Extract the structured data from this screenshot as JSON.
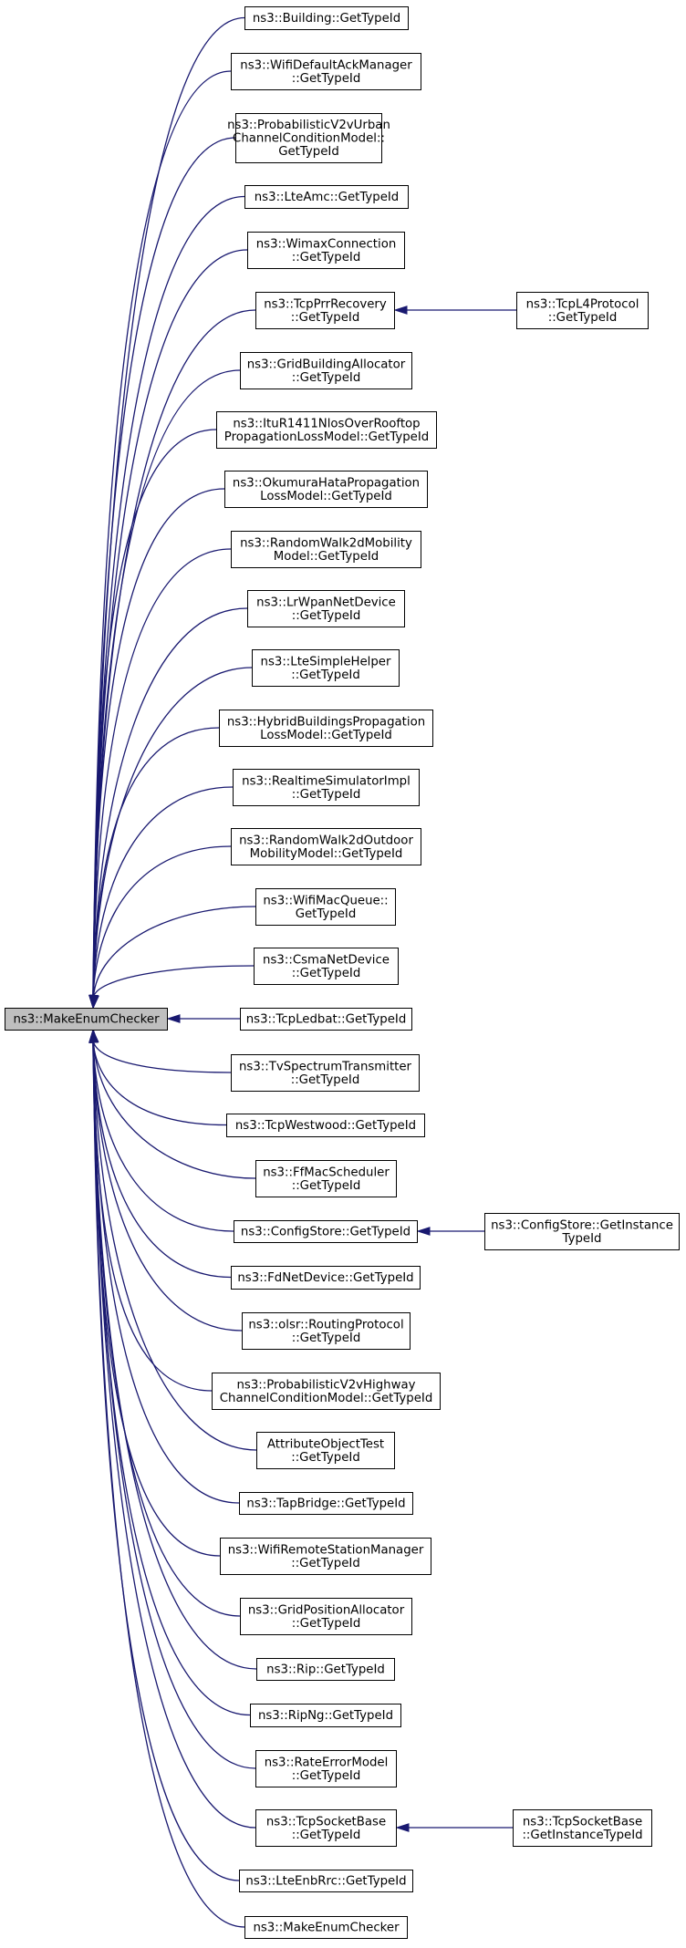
{
  "diagram": {
    "root": {
      "id": "root",
      "lines": [
        "ns3::MakeEnumChecker"
      ]
    },
    "callers": [
      {
        "id": "n1",
        "lines": [
          "ns3::Building::GetTypeId"
        ]
      },
      {
        "id": "n2",
        "lines": [
          "ns3::WifiDefaultAckManager",
          "::GetTypeId"
        ]
      },
      {
        "id": "n3",
        "lines": [
          "ns3::ProbabilisticV2vUrban",
          "ChannelConditionModel::",
          "GetTypeId"
        ]
      },
      {
        "id": "n4",
        "lines": [
          "ns3::LteAmc::GetTypeId"
        ]
      },
      {
        "id": "n5",
        "lines": [
          "ns3::WimaxConnection",
          "::GetTypeId"
        ]
      },
      {
        "id": "n6",
        "lines": [
          "ns3::TcpPrrRecovery",
          "::GetTypeId"
        ]
      },
      {
        "id": "n7",
        "lines": [
          "ns3::GridBuildingAllocator",
          "::GetTypeId"
        ]
      },
      {
        "id": "n8",
        "lines": [
          "ns3::ItuR1411NlosOverRooftop",
          "PropagationLossModel::GetTypeId"
        ]
      },
      {
        "id": "n9",
        "lines": [
          "ns3::OkumuraHataPropagation",
          "LossModel::GetTypeId"
        ]
      },
      {
        "id": "n10",
        "lines": [
          "ns3::RandomWalk2dMobility",
          "Model::GetTypeId"
        ]
      },
      {
        "id": "n11",
        "lines": [
          "ns3::LrWpanNetDevice",
          "::GetTypeId"
        ]
      },
      {
        "id": "n12",
        "lines": [
          "ns3::LteSimpleHelper",
          "::GetTypeId"
        ]
      },
      {
        "id": "n13",
        "lines": [
          "ns3::HybridBuildingsPropagation",
          "LossModel::GetTypeId"
        ]
      },
      {
        "id": "n14",
        "lines": [
          "ns3::RealtimeSimulatorImpl",
          "::GetTypeId"
        ]
      },
      {
        "id": "n15",
        "lines": [
          "ns3::RandomWalk2dOutdoor",
          "MobilityModel::GetTypeId"
        ]
      },
      {
        "id": "n16",
        "lines": [
          "ns3::WifiMacQueue::",
          "GetTypeId"
        ]
      },
      {
        "id": "n17",
        "lines": [
          "ns3::CsmaNetDevice",
          "::GetTypeId"
        ]
      },
      {
        "id": "n18",
        "lines": [
          "ns3::TcpLedbat::GetTypeId"
        ]
      },
      {
        "id": "n19",
        "lines": [
          "ns3::TvSpectrumTransmitter",
          "::GetTypeId"
        ]
      },
      {
        "id": "n20",
        "lines": [
          "ns3::TcpWestwood::GetTypeId"
        ]
      },
      {
        "id": "n21",
        "lines": [
          "ns3::FfMacScheduler",
          "::GetTypeId"
        ]
      },
      {
        "id": "n22",
        "lines": [
          "ns3::ConfigStore::GetTypeId"
        ]
      },
      {
        "id": "n23",
        "lines": [
          "ns3::FdNetDevice::GetTypeId"
        ]
      },
      {
        "id": "n24",
        "lines": [
          "ns3::olsr::RoutingProtocol",
          "::GetTypeId"
        ]
      },
      {
        "id": "n25",
        "lines": [
          "ns3::ProbabilisticV2vHighway",
          "ChannelConditionModel::GetTypeId"
        ]
      },
      {
        "id": "n26",
        "lines": [
          "AttributeObjectTest",
          "::GetTypeId"
        ]
      },
      {
        "id": "n27",
        "lines": [
          "ns3::TapBridge::GetTypeId"
        ]
      },
      {
        "id": "n28",
        "lines": [
          "ns3::WifiRemoteStationManager",
          "::GetTypeId"
        ]
      },
      {
        "id": "n29",
        "lines": [
          "ns3::GridPositionAllocator",
          "::GetTypeId"
        ]
      },
      {
        "id": "n30",
        "lines": [
          "ns3::Rip::GetTypeId"
        ]
      },
      {
        "id": "n31",
        "lines": [
          "ns3::RipNg::GetTypeId"
        ]
      },
      {
        "id": "n32",
        "lines": [
          "ns3::RateErrorModel",
          "::GetTypeId"
        ]
      },
      {
        "id": "n33",
        "lines": [
          "ns3::TcpSocketBase",
          "::GetTypeId"
        ]
      },
      {
        "id": "n34",
        "lines": [
          "ns3::LteEnbRrc::GetTypeId"
        ]
      },
      {
        "id": "n35",
        "lines": [
          "ns3::MakeEnumChecker"
        ]
      }
    ],
    "secondary": [
      {
        "id": "s1",
        "lines": [
          "ns3::TcpL4Protocol",
          "::GetTypeId"
        ],
        "calls": "n6"
      },
      {
        "id": "s2",
        "lines": [
          "ns3::ConfigStore::GetInstance",
          "TypeId"
        ],
        "calls": "n22"
      },
      {
        "id": "s3",
        "lines": [
          "ns3::TcpSocketBase",
          "::GetInstanceTypeId"
        ],
        "calls": "n33"
      }
    ],
    "colors": {
      "edge": "#191970",
      "root_fill": "#bfbfbf",
      "node_border": "#000000"
    }
  }
}
